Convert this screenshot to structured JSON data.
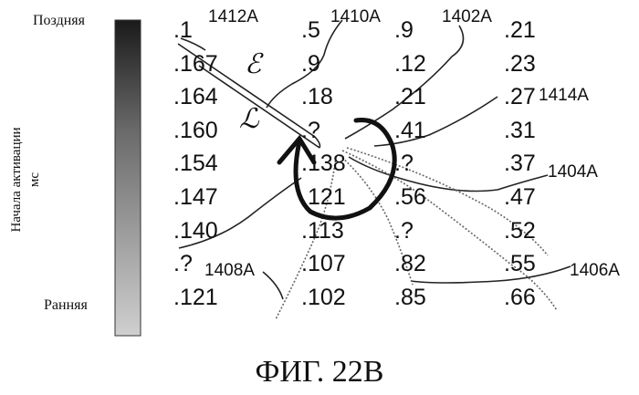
{
  "scale": {
    "top_label": "Поздняя",
    "bottom_label": "Ранняя",
    "axis_title": "Начала активации",
    "axis_unit": "мс",
    "colors": {
      "late": "#1a1a1a",
      "early": "#cfcfcf"
    }
  },
  "grid": {
    "rows": [
      [
        ".1",
        ".5",
        ".9",
        ".21"
      ],
      [
        ".167",
        ".9",
        ".12",
        ".23"
      ],
      [
        ".164",
        ".18",
        ".21",
        ".27"
      ],
      [
        ".160",
        ".?",
        ".41",
        ".31"
      ],
      [
        ".154",
        ".138",
        ".?",
        ".37"
      ],
      [
        ".147",
        ".121",
        ".56",
        ".47"
      ],
      [
        ".140",
        ".113",
        ".?",
        ".52"
      ],
      [
        ".?",
        ".107",
        ".82",
        ".55"
      ],
      [
        ".121",
        ".102",
        ".85",
        ".66"
      ]
    ]
  },
  "references": {
    "r1412A": "1412A",
    "r1410A": "1410A",
    "r1402A": "1402A",
    "r1414A": "1414A",
    "r1404A": "1404A",
    "r1406A": "1406A",
    "r1408A": "1408A"
  },
  "symbols": {
    "upper": "ℰ",
    "lower": "ℒ"
  },
  "caption": "ФИГ. 22B"
}
